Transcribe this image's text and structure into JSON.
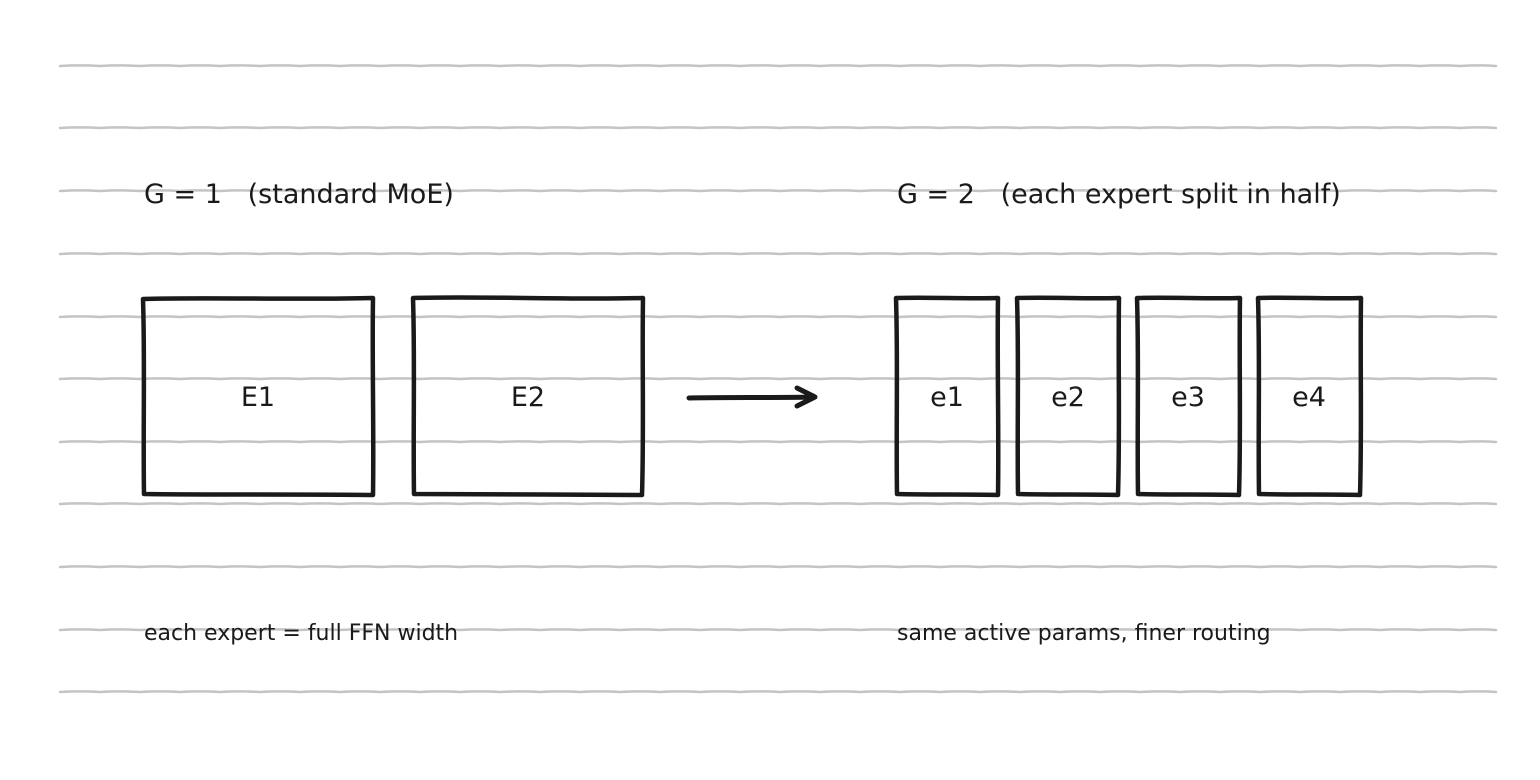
{
  "colors": {
    "ink": "#1a1a1a",
    "rule_line": "#c4c4c4",
    "background": "#ffffff"
  },
  "left": {
    "title": "G = 1   (standard MoE)",
    "caption": "each expert = full FFN width",
    "experts": [
      {
        "label": "E1"
      },
      {
        "label": "E2"
      }
    ]
  },
  "right": {
    "title": "G = 2   (each expert split in half)",
    "caption": "same active params, finer routing",
    "experts": [
      {
        "label": "e1"
      },
      {
        "label": "e2"
      },
      {
        "label": "e3"
      },
      {
        "label": "e4"
      }
    ]
  },
  "connector": {
    "type": "arrow",
    "direction": "right"
  }
}
